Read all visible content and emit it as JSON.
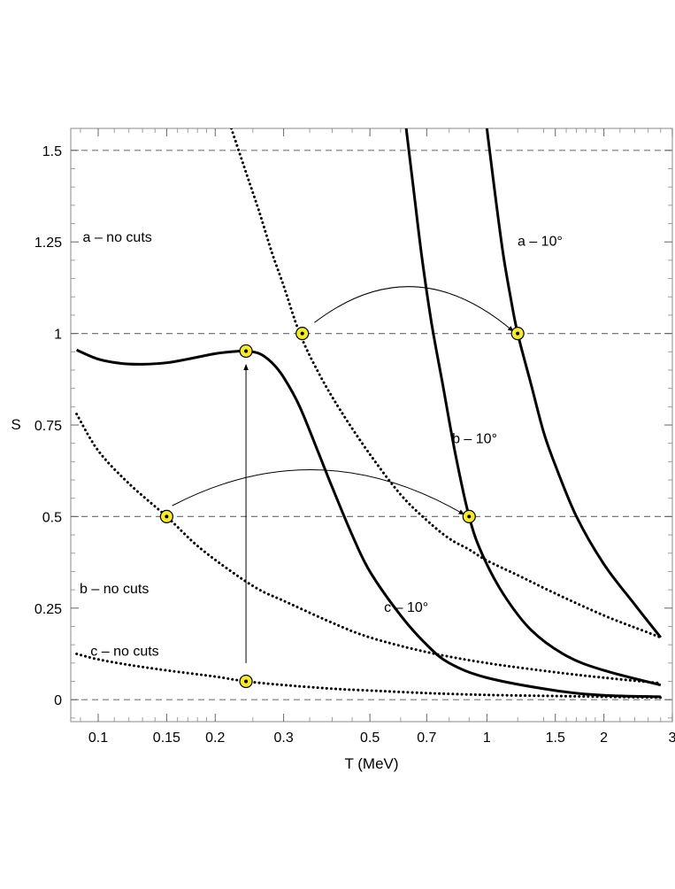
{
  "chart_data": {
    "type": "line",
    "xlabel": "T (MeV)",
    "ylabel": "S",
    "x_scale": "log",
    "xlim": [
      0.085,
      3.0
    ],
    "ylim": [
      -0.06,
      1.56
    ],
    "x_ticks": [
      {
        "value": 0.1,
        "label": "0.1"
      },
      {
        "value": 0.15,
        "label": "0.15"
      },
      {
        "value": 0.2,
        "label": "0.2"
      },
      {
        "value": 0.3,
        "label": "0.3"
      },
      {
        "value": 0.5,
        "label": "0.5"
      },
      {
        "value": 0.7,
        "label": "0.7"
      },
      {
        "value": 1,
        "label": "1"
      },
      {
        "value": 1.5,
        "label": "1.5"
      },
      {
        "value": 2,
        "label": "2"
      },
      {
        "value": 3,
        "label": "3"
      }
    ],
    "y_ticks": [
      {
        "value": 0,
        "label": "0"
      },
      {
        "value": 0.25,
        "label": "0.25"
      },
      {
        "value": 0.5,
        "label": "0.5"
      },
      {
        "value": 0.75,
        "label": "0.75"
      },
      {
        "value": 1,
        "label": "1"
      },
      {
        "value": 1.25,
        "label": "1.25"
      },
      {
        "value": 1.5,
        "label": "1.5"
      }
    ],
    "reference_lines_y": [
      0,
      0.5,
      1,
      1.5
    ],
    "series": [
      {
        "name": "a – no cuts",
        "style": "dotted",
        "label_at": [
          0.112,
          1.25
        ],
        "points": [
          [
            0.22,
            1.56
          ],
          [
            0.24,
            1.44
          ],
          [
            0.26,
            1.33
          ],
          [
            0.28,
            1.22
          ],
          [
            0.3,
            1.13
          ],
          [
            0.33,
            1.0
          ],
          [
            0.37,
            0.89
          ],
          [
            0.42,
            0.79
          ],
          [
            0.5,
            0.67
          ],
          [
            0.6,
            0.56
          ],
          [
            0.7,
            0.49
          ],
          [
            0.8,
            0.44
          ],
          [
            0.9,
            0.41
          ],
          [
            1.0,
            0.38
          ],
          [
            1.2,
            0.34
          ],
          [
            1.5,
            0.29
          ],
          [
            2.0,
            0.23
          ],
          [
            2.5,
            0.19
          ],
          [
            2.8,
            0.17
          ]
        ]
      },
      {
        "name": "b – no cuts",
        "style": "dotted",
        "label_at": [
          0.11,
          0.29
        ],
        "points": [
          [
            0.088,
            0.78
          ],
          [
            0.1,
            0.68
          ],
          [
            0.12,
            0.59
          ],
          [
            0.15,
            0.5
          ],
          [
            0.18,
            0.42
          ],
          [
            0.22,
            0.35
          ],
          [
            0.26,
            0.3
          ],
          [
            0.3,
            0.27
          ],
          [
            0.4,
            0.21
          ],
          [
            0.5,
            0.17
          ],
          [
            0.7,
            0.13
          ],
          [
            1.0,
            0.1
          ],
          [
            1.5,
            0.075
          ],
          [
            2.0,
            0.06
          ],
          [
            2.8,
            0.045
          ]
        ]
      },
      {
        "name": "c – no cuts",
        "style": "dotted",
        "label_at": [
          0.117,
          0.12
        ],
        "points": [
          [
            0.088,
            0.125
          ],
          [
            0.1,
            0.11
          ],
          [
            0.12,
            0.095
          ],
          [
            0.15,
            0.08
          ],
          [
            0.2,
            0.063
          ],
          [
            0.24,
            0.05
          ],
          [
            0.3,
            0.04
          ],
          [
            0.4,
            0.03
          ],
          [
            0.5,
            0.025
          ],
          [
            0.7,
            0.018
          ],
          [
            1.0,
            0.013
          ],
          [
            1.5,
            0.01
          ],
          [
            2.0,
            0.008
          ],
          [
            2.8,
            0.006
          ]
        ]
      },
      {
        "name": "a – 10°",
        "style": "solid",
        "label_at": [
          1.37,
          1.24
        ],
        "points": [
          [
            1.0,
            1.56
          ],
          [
            1.05,
            1.38
          ],
          [
            1.1,
            1.22
          ],
          [
            1.15,
            1.1
          ],
          [
            1.2,
            1.0
          ],
          [
            1.3,
            0.86
          ],
          [
            1.4,
            0.73
          ],
          [
            1.5,
            0.64
          ],
          [
            1.7,
            0.5
          ],
          [
            2.0,
            0.37
          ],
          [
            2.4,
            0.26
          ],
          [
            2.8,
            0.17
          ]
        ]
      },
      {
        "name": "b – 10°",
        "style": "solid",
        "label_at": [
          0.93,
          0.7
        ],
        "points": [
          [
            0.62,
            1.56
          ],
          [
            0.65,
            1.38
          ],
          [
            0.68,
            1.21
          ],
          [
            0.72,
            1.03
          ],
          [
            0.77,
            0.86
          ],
          [
            0.83,
            0.67
          ],
          [
            0.9,
            0.5
          ],
          [
            0.97,
            0.4
          ],
          [
            1.1,
            0.29
          ],
          [
            1.3,
            0.19
          ],
          [
            1.6,
            0.12
          ],
          [
            2.0,
            0.08
          ],
          [
            2.8,
            0.04
          ]
        ]
      },
      {
        "name": "c – 10°",
        "style": "solid",
        "label_at": [
          0.62,
          0.24
        ],
        "points": [
          [
            0.088,
            0.955
          ],
          [
            0.1,
            0.93
          ],
          [
            0.115,
            0.918
          ],
          [
            0.13,
            0.916
          ],
          [
            0.15,
            0.92
          ],
          [
            0.17,
            0.93
          ],
          [
            0.2,
            0.945
          ],
          [
            0.22,
            0.95
          ],
          [
            0.24,
            0.952
          ],
          [
            0.26,
            0.945
          ],
          [
            0.28,
            0.92
          ],
          [
            0.3,
            0.88
          ],
          [
            0.33,
            0.8
          ],
          [
            0.37,
            0.67
          ],
          [
            0.4,
            0.58
          ],
          [
            0.45,
            0.45
          ],
          [
            0.5,
            0.35
          ],
          [
            0.6,
            0.23
          ],
          [
            0.7,
            0.15
          ],
          [
            0.8,
            0.1
          ],
          [
            1.0,
            0.06
          ],
          [
            1.5,
            0.025
          ],
          [
            2.0,
            0.012
          ],
          [
            2.8,
            0.008
          ]
        ]
      }
    ],
    "markers": [
      {
        "x": 0.335,
        "y": 1.0
      },
      {
        "x": 1.2,
        "y": 1.0
      },
      {
        "x": 0.24,
        "y": 0.952
      },
      {
        "x": 0.15,
        "y": 0.5
      },
      {
        "x": 0.9,
        "y": 0.5
      },
      {
        "x": 0.24,
        "y": 0.05
      }
    ],
    "marker_color": "#f5eb2a",
    "arrows": [
      {
        "from": [
          0.36,
          1.02
        ],
        "to": [
          1.17,
          1.02
        ],
        "curved": true
      },
      {
        "from": [
          0.155,
          0.52
        ],
        "to": [
          0.875,
          0.52
        ],
        "curved": true
      },
      {
        "from": [
          0.24,
          0.1
        ],
        "to": [
          0.24,
          0.915
        ],
        "curved": false
      }
    ]
  }
}
